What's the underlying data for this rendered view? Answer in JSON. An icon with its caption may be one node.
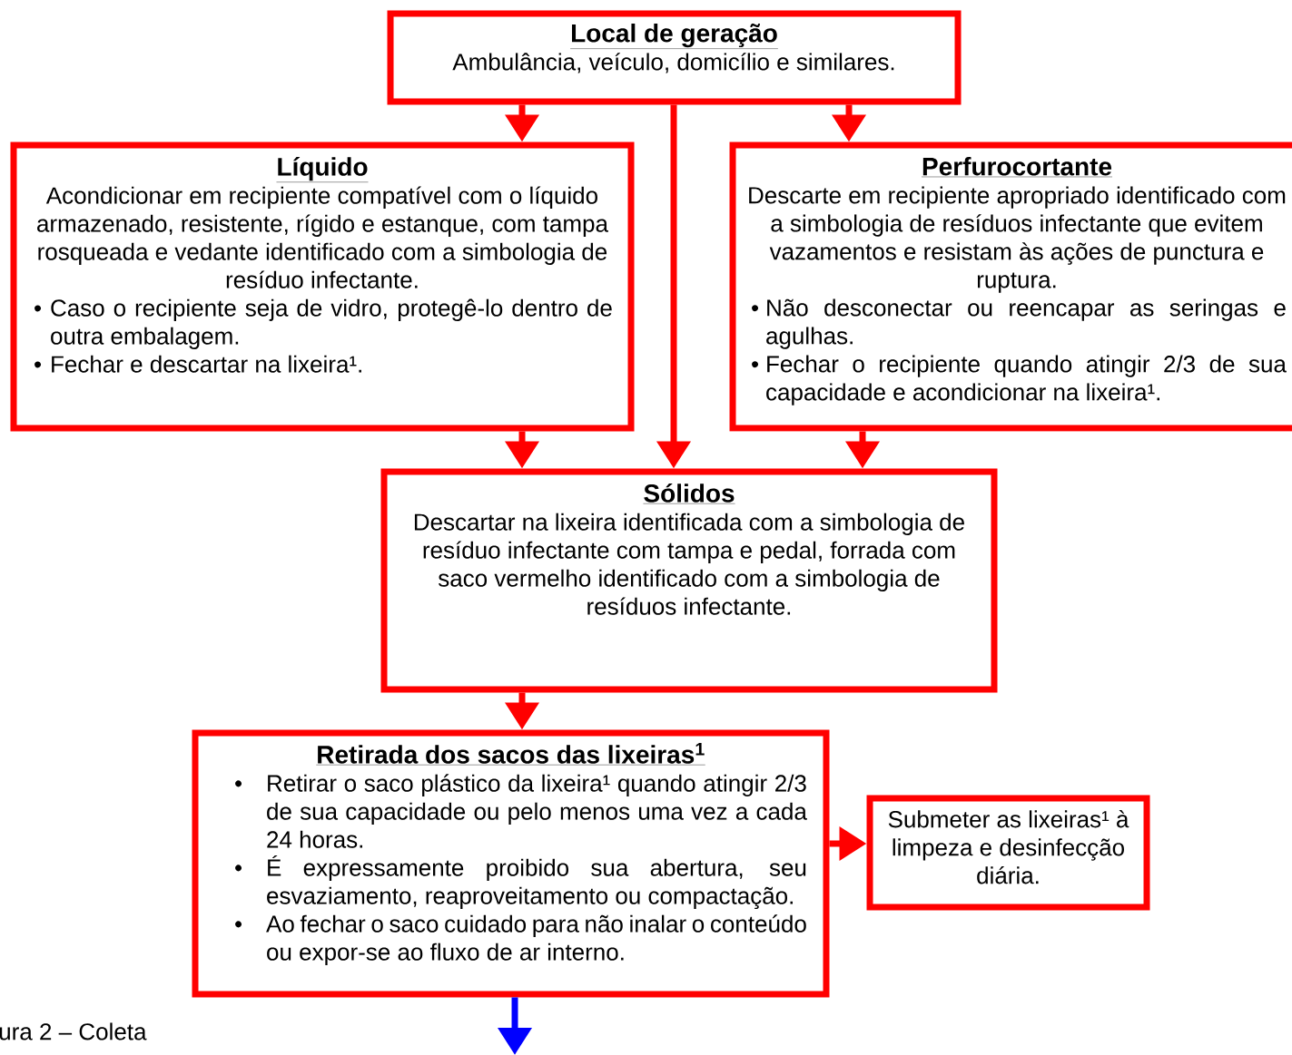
{
  "diagram": {
    "caption": "ura 2 – Coleta",
    "nodes": [
      {
        "text": [
          "Local de geração",
          "Ambulância, veículo, domicílio e similares."
        ]
      },
      {
        "text": [
          "Líquido",
          "Acondicionar em recipiente compatível com o líquido armazenado, resistente, rígido e estanque, com tampa rosqueada e vedante identificado com a simbologia de resíduo infectante.",
          "•",
          "Caso o recipiente seja de vidro, protegê-lo dentro de outra embalagem.",
          "•",
          "Fechar e descartar na lixeira¹."
        ]
      },
      {
        "text": [
          "Perfurocortante",
          "Descarte em recipiente apropriado identificado com a simbologia de resíduos infectante que evitem vazamentos e resistam às ações de punctura e ruptura.",
          "•",
          "Não desconectar ou reencapar as seringas e agulhas.",
          "•",
          "Fechar o recipiente quando atingir 2/3 de sua capacidade e acondicionar na lixeira¹."
        ]
      },
      {
        "text": [
          "Sólidos",
          "Descartar na lixeira identificada com a simbologia de resíduo infectante com tampa e pedal, forrada com saco vermelho identificado com a simbologia de resíduos infectante."
        ]
      },
      {
        "text": [
          "Retirada dos sacos das lixeiras$^{1}$",
          "•",
          "Retirar o saco plástico da lixeira¹ quando atingir 2/3 de sua capacidade ou pelo menos uma vez a cada 24 horas.",
          "•",
          "É expressamente proibido sua abertura, seu esvaziamento, reaproveitamento ou compactação.",
          "•",
          "Ao fechar o saco cuidado para não inalar o conteúdo ou expor-se ao fluxo de ar interno."
        ]
      },
      {
        "text": [
          "Submeter as lixeiras¹ à limpeza e desinfecção diária."
        ]
      }
    ],
    "edges": [
      {
        "from": 0,
        "to": 1,
        "arrow": "to"
      },
      {
        "from": 0,
        "to": 3,
        "arrow": "to"
      },
      {
        "from": 0,
        "to": 2,
        "arrow": "to"
      },
      {
        "from": 1,
        "to": 3,
        "arrow": "to"
      },
      {
        "from": 2,
        "to": 3,
        "arrow": "to"
      },
      {
        "from": 3,
        "to": 4,
        "arrow": "to"
      },
      {
        "from": 4,
        "to": 5,
        "arrow": "to"
      },
      {
        "from": 4,
        "to": null,
        "arrow": "to",
        "color": "#0000ff"
      }
    ]
  }
}
